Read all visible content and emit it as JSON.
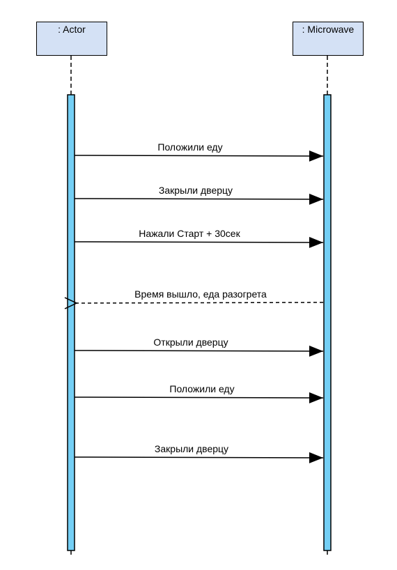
{
  "participants": [
    {
      "name": ": Actor"
    },
    {
      "name": ": Microwave"
    }
  ],
  "messages": [
    {
      "label": "Положили еду",
      "from": "actor",
      "to": "microwave",
      "kind": "sync"
    },
    {
      "label": "Закрыли дверцу",
      "from": "actor",
      "to": "microwave",
      "kind": "sync"
    },
    {
      "label": "Нажали Старт + 30сек",
      "from": "actor",
      "to": "microwave",
      "kind": "sync"
    },
    {
      "label": "Время вышло, еда разогрета",
      "from": "microwave",
      "to": "actor",
      "kind": "return"
    },
    {
      "label": "Открыли дверцу",
      "from": "actor",
      "to": "microwave",
      "kind": "sync"
    },
    {
      "label": "Положили еду",
      "from": "actor",
      "to": "microwave",
      "kind": "sync"
    },
    {
      "label": "Закрыли дверцу",
      "from": "actor",
      "to": "microwave",
      "kind": "sync"
    }
  ],
  "colors": {
    "participant_fill": "#d4e1f5",
    "activation_fill": "#74cff5",
    "line": "#000000"
  }
}
